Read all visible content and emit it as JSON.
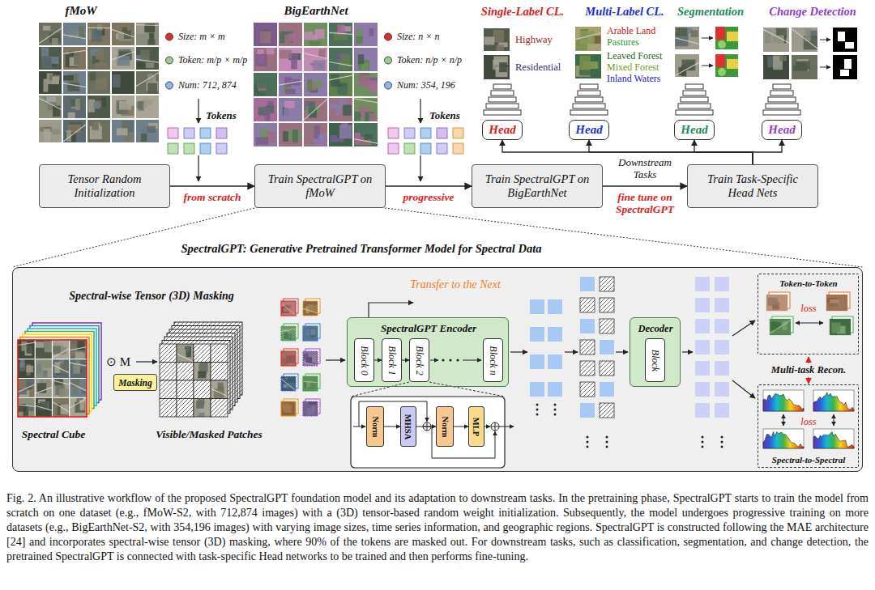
{
  "diagram": {
    "caption": "Fig. 2. An illustrative workflow of the proposed SpectralGPT foundation model and its adaptation to downstream tasks. In the pretraining phase, SpectralGPT starts to train the model from scratch on one dataset (e.g., fMoW-S2, with 712,874 images) with a (3D) tensor-based random weight initialization. Subsequently, the model undergoes progressive training on more datasets (e.g., BigEarthNet-S2, with 354,196 images) with varying image sizes, time series information, and geographic regions. SpectralGPT is constructed following the MAE architecture [24] and incorporates spectral-wise tensor (3D) masking, where 90% of the tokens are masked out. For downstream tasks, such as classification, segmentation, and change detection, the pretrained SpectralGPT is connected with task-specific Head networks to be trained and then performs fine-tuning.",
    "nodes": [
      {
        "text": [
          "Head"
        ]
      },
      {
        "text": [
          "Head"
        ]
      },
      {
        "text": [
          "Head"
        ]
      },
      {
        "text": [
          "Head"
        ]
      },
      {
        "text": [
          "Tensor Random Initialization"
        ]
      },
      {
        "text": [
          "Train SpectralGPT on fMoW"
        ]
      },
      {
        "text": [
          "Train SpectralGPT on BigEarthNet"
        ]
      },
      {
        "text": [
          "Train Task-Specific Head Nets"
        ]
      },
      {
        "text": [
          "SpectralGPT: Generative Pretrained Transformer Model for Spectral Data"
        ]
      },
      {
        "text": [
          "Masking"
        ],
        "in": 8
      },
      {
        "text": [
          "SpectralGPT Encoder"
        ],
        "in": 8
      },
      {
        "text": [
          "Block 0"
        ],
        "in": 10
      },
      {
        "text": [
          "Block 1"
        ],
        "in": 10
      },
      {
        "text": [
          "Block 2"
        ],
        "in": 10
      },
      {
        "text": [
          "Block n"
        ],
        "in": 10
      },
      {
        "text": [
          "Norm"
        ],
        "in": 8
      },
      {
        "text": [
          "MHSA"
        ],
        "in": 8
      },
      {
        "text": [
          "Norm"
        ],
        "in": 8
      },
      {
        "text": [
          "MLP"
        ],
        "in": 8
      },
      {
        "text": [
          "Decoder"
        ],
        "in": 8
      },
      {
        "text": [
          "Block"
        ],
        "in": 19
      },
      {
        "text": [
          "Token-to-Token",
          "loss"
        ],
        "in": 8
      },
      {
        "text": [
          "loss",
          "Spectral-to-Spectral"
        ],
        "in": 8
      }
    ],
    "edges": [
      {
        "from": 4,
        "to": 5,
        "label": "from scratch",
        "arrow": "to"
      },
      {
        "from": 5,
        "to": 6,
        "label": "progressive",
        "arrow": "to"
      },
      {
        "from": 6,
        "to": 7,
        "label": "fine tune on SpectralGPT",
        "arrow": "to"
      },
      {
        "from": 7,
        "to": 0,
        "arrow": "to"
      },
      {
        "from": 7,
        "to": 1,
        "arrow": "to"
      },
      {
        "from": 7,
        "to": 2,
        "arrow": "to"
      },
      {
        "from": 7,
        "to": 3,
        "arrow": "to"
      },
      {
        "from": 11,
        "to": 12,
        "arrow": "to"
      },
      {
        "from": 12,
        "to": 13,
        "arrow": "to"
      },
      {
        "from": 15,
        "to": 16,
        "arrow": "to"
      },
      {
        "from": 16,
        "to": 17,
        "arrow": "to"
      },
      {
        "from": 17,
        "to": 18,
        "arrow": "to"
      }
    ],
    "labels": [
      "fMoW",
      "BigEarthNet",
      "Tokens",
      "Tokens",
      "Single-Label CL.",
      "Multi-Label CL.",
      "Segmentation",
      "Change Detection",
      "Highway",
      "Residential",
      "Arable Land",
      "Pastures",
      "Leaved Forest",
      "Mixed Forest",
      "Inland Waters",
      "Downstream Tasks",
      "Spectral-wise Tensor (3D) Masking",
      "⊙ M",
      "Spectral Cube",
      "Visible/Masked Patches",
      "Transfer to the Next",
      "Multi-task Recon."
    ],
    "legend": [
      {
        "text": "Size: m × m",
        "color": "#e02b2b"
      },
      {
        "text": "Token: m/p × m/p",
        "color": "#9ccc8c"
      },
      {
        "text": "Num: 712, 874",
        "color": "#8fb8e8"
      },
      {
        "text": "Size: n × n",
        "color": "#e02b2b"
      },
      {
        "text": "Token: n/p × n/p",
        "color": "#9ccc8c"
      },
      {
        "text": "Num: 354, 196",
        "color": "#8fb8e8"
      }
    ]
  }
}
